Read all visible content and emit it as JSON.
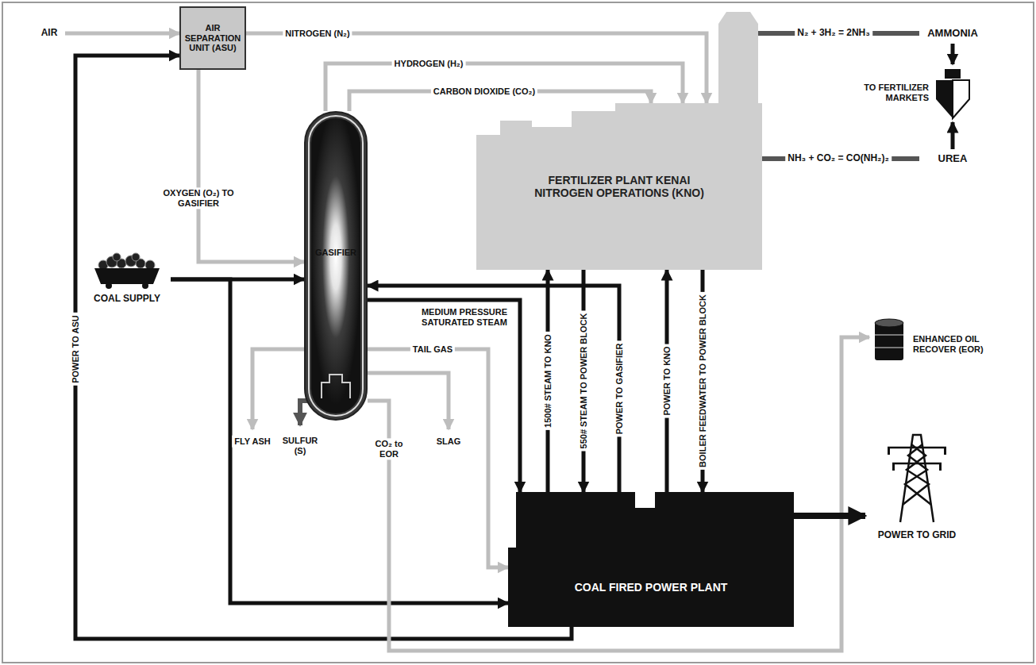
{
  "diagram": {
    "nodes": [
      {
        "text": [
          "AIR SEPARATION UNIT (ASU)"
        ]
      },
      {
        "text": [
          "FERTILIZER PLANT KENAI NITROGEN OPERATIONS (KNO)"
        ]
      },
      {
        "text": [
          "GASIFIER"
        ]
      },
      {
        "text": [
          "COAL SUPPLY"
        ]
      },
      {
        "text": [
          "COAL FIRED POWER PLANT"
        ]
      },
      {
        "text": [
          "TO FERTILIZER MARKETS"
        ]
      },
      {
        "text": [
          "ENHANCED OIL RECOVER (EOR)"
        ]
      },
      {
        "text": [
          "POWER TO GRID"
        ]
      }
    ],
    "edges": [
      {
        "from": 0,
        "to": 1,
        "label": "NITROGEN (N₂)",
        "arrow": "to"
      },
      {
        "from": 2,
        "to": 1,
        "label": "HYDROGEN (H₂)",
        "arrow": "to"
      },
      {
        "from": 2,
        "to": 1,
        "label": "CARBON DIOXIDE (CO₂)",
        "arrow": "to"
      },
      {
        "from": 0,
        "to": 2,
        "label": "OXYGEN (O₂) TO GASIFIER",
        "arrow": "to"
      },
      {
        "from": 3,
        "to": 2,
        "arrow": "to"
      },
      {
        "from": 3,
        "to": 4,
        "arrow": "to"
      },
      {
        "from": 4,
        "to": 0,
        "label": "POWER TO ASU",
        "arrow": "to"
      },
      {
        "from": 2,
        "to": 4,
        "label": "MEDIUM PRESSURE SATURATED STEAM",
        "arrow": "to"
      },
      {
        "from": 4,
        "to": 2,
        "label": "POWER TO GASIFIER",
        "arrow": "to"
      },
      {
        "from": 2,
        "to": 4,
        "label": "TAIL GAS",
        "arrow": "to"
      },
      {
        "from": 2,
        "to": 6,
        "label": "CO₂ to EOR",
        "arrow": "to"
      },
      {
        "from": 4,
        "to": 1,
        "label": "1500# STEAM TO KNO",
        "arrow": "to"
      },
      {
        "from": 1,
        "to": 4,
        "label": "550# STEAM TO POWER BLOCK",
        "arrow": "to"
      },
      {
        "from": 4,
        "to": 1,
        "label": "POWER TO KNO",
        "arrow": "to"
      },
      {
        "from": 1,
        "to": 4,
        "label": "BOILER FEEDWATER TO POWER BLOCK",
        "arrow": "to"
      },
      {
        "from": 4,
        "to": 7,
        "arrow": "to"
      }
    ],
    "labels": [
      "AIR",
      "N₂ + 3H₂ = 2NH₃",
      "AMMONIA",
      "NH₃ + CO₂ = CO(NH₂)₂",
      "UREA",
      "FLY ASH",
      "SULFUR (S)",
      "SLAG"
    ]
  }
}
